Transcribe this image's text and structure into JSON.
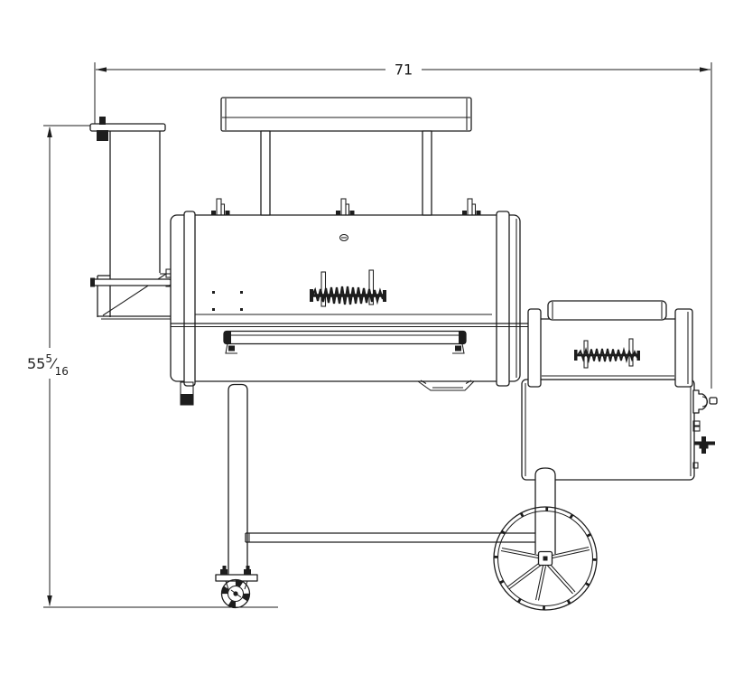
{
  "canvas": {
    "background": "#ffffff",
    "line_color": "#1d1d1d"
  },
  "dimensions": {
    "overall_width": {
      "value": "71"
    },
    "overall_height": {
      "whole": "55",
      "numerator": "5",
      "slash": "⁄",
      "denominator": "16"
    }
  }
}
